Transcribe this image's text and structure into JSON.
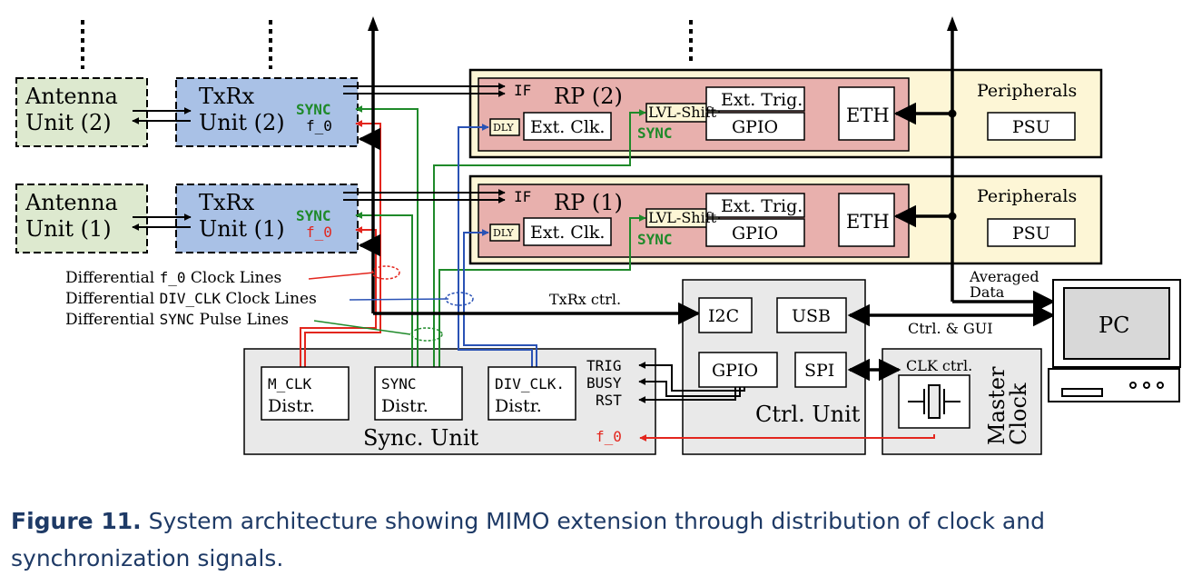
{
  "blocks": {
    "antenna2": [
      "Antenna",
      "Unit (2)"
    ],
    "antenna1": [
      "Antenna",
      "Unit (1)"
    ],
    "txrx2": [
      "TxRx",
      "Unit (2)"
    ],
    "txrx1": [
      "TxRx",
      "Unit (1)"
    ],
    "rp2": "RP (2)",
    "rp1": "RP (1)",
    "peripherals": "Peripherals",
    "psu": "PSU",
    "eth": "ETH",
    "ext_trig": "Ext. Trig.",
    "gpio": "GPIO",
    "ext_clk": "Ext. Clk.",
    "dly": "DLY",
    "lvl_shift": "LVL-Shift",
    "sync_unit": "Sync. Unit",
    "mclk_distr": [
      "M_CLK",
      "Distr."
    ],
    "sync_distr": [
      "SYNC",
      "Distr."
    ],
    "divclk_distr": [
      "DIV_CLK.",
      "Distr."
    ],
    "ctrl_unit": "Ctrl. Unit",
    "i2c": "I2C",
    "usb": "USB",
    "spi": "SPI",
    "master_clock": [
      "Master",
      "Clock"
    ],
    "pc": "PC"
  },
  "signals": {
    "sync": "SYNC",
    "f0": "f_0",
    "if_port": "IF",
    "trig": "TRIG",
    "busy": "BUSY",
    "rst": "RST"
  },
  "labels": {
    "txrx_ctrl": "TxRx ctrl.",
    "ctrl_gui": "Ctrl. & GUI",
    "averaged": "Averaged",
    "data": "Data",
    "clk_ctrl": "CLK ctrl."
  },
  "legend": {
    "f0": {
      "prefix": "Differential ",
      "code": "f_0",
      "suffix": " Clock Lines"
    },
    "divclk": {
      "prefix": "Differential ",
      "code": "DIV_CLK",
      "suffix": " Clock Lines"
    },
    "sync": {
      "prefix": "Differential ",
      "code": "SYNC",
      "suffix": " Pulse Lines"
    }
  },
  "caption": {
    "label": "Figure 11.",
    "text": " System architecture showing MIMO extension through distribution of clock and synchronization signals."
  },
  "colors": {
    "antenna_fill": "#dde9cf",
    "txrx_fill": "#a9c1e6",
    "rp_outer_fill": "#fdf6d6",
    "rp_inner_fill": "#e8b0ad",
    "unit_fill": "#e9e9e9",
    "pc_fill": "#d8d8d8",
    "clock_red": "#e3261e",
    "sync_green": "#1f8a2a",
    "divclk_blue": "#2a52b5",
    "caption_navy": "#1e3a66"
  }
}
